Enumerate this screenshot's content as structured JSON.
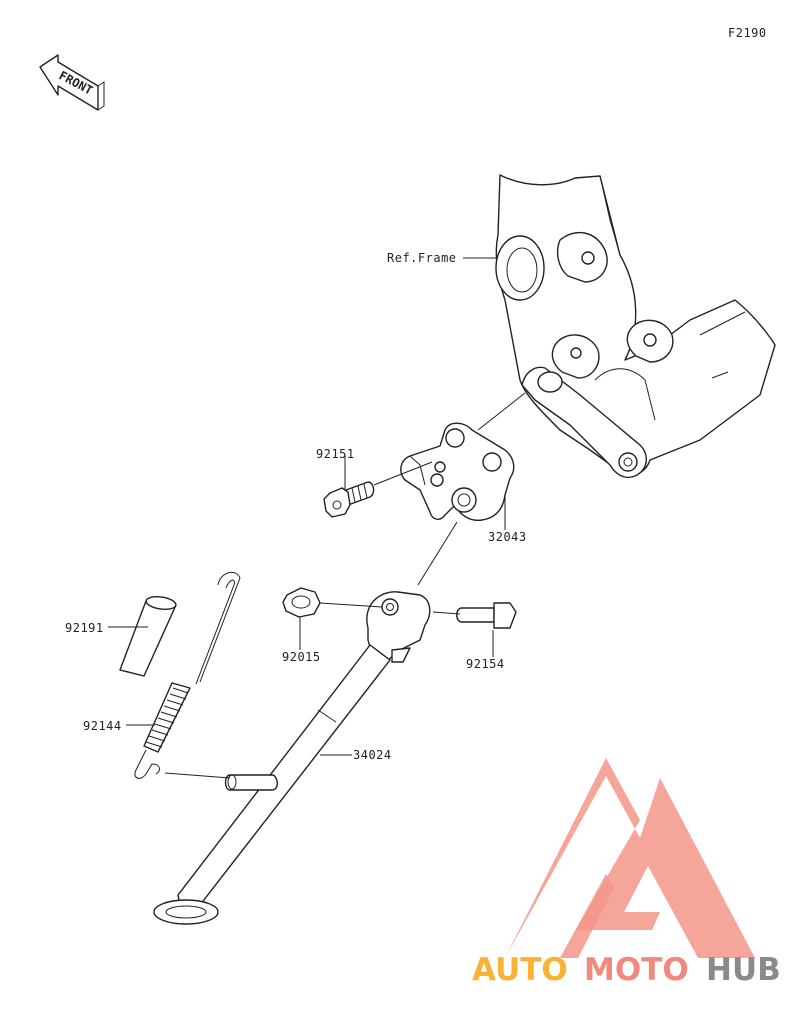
{
  "diagram": {
    "code": "F2190",
    "front_label": "FRONT",
    "ref_label": "Ref.Frame",
    "parts": {
      "bracket_bolt": "92151",
      "bracket": "32043",
      "nut": "92015",
      "pivot_bolt": "92154",
      "collar": "92191",
      "spring": "92144",
      "side_stand": "34024"
    }
  },
  "watermark": {
    "word_a": "AUTO",
    "word_b": "MOTO",
    "word_c": "HUB",
    "color_a": "#f9b233",
    "color_b": "#f08a7e",
    "color_c": "#8a8a8a",
    "logo_color": "#f4958a"
  }
}
